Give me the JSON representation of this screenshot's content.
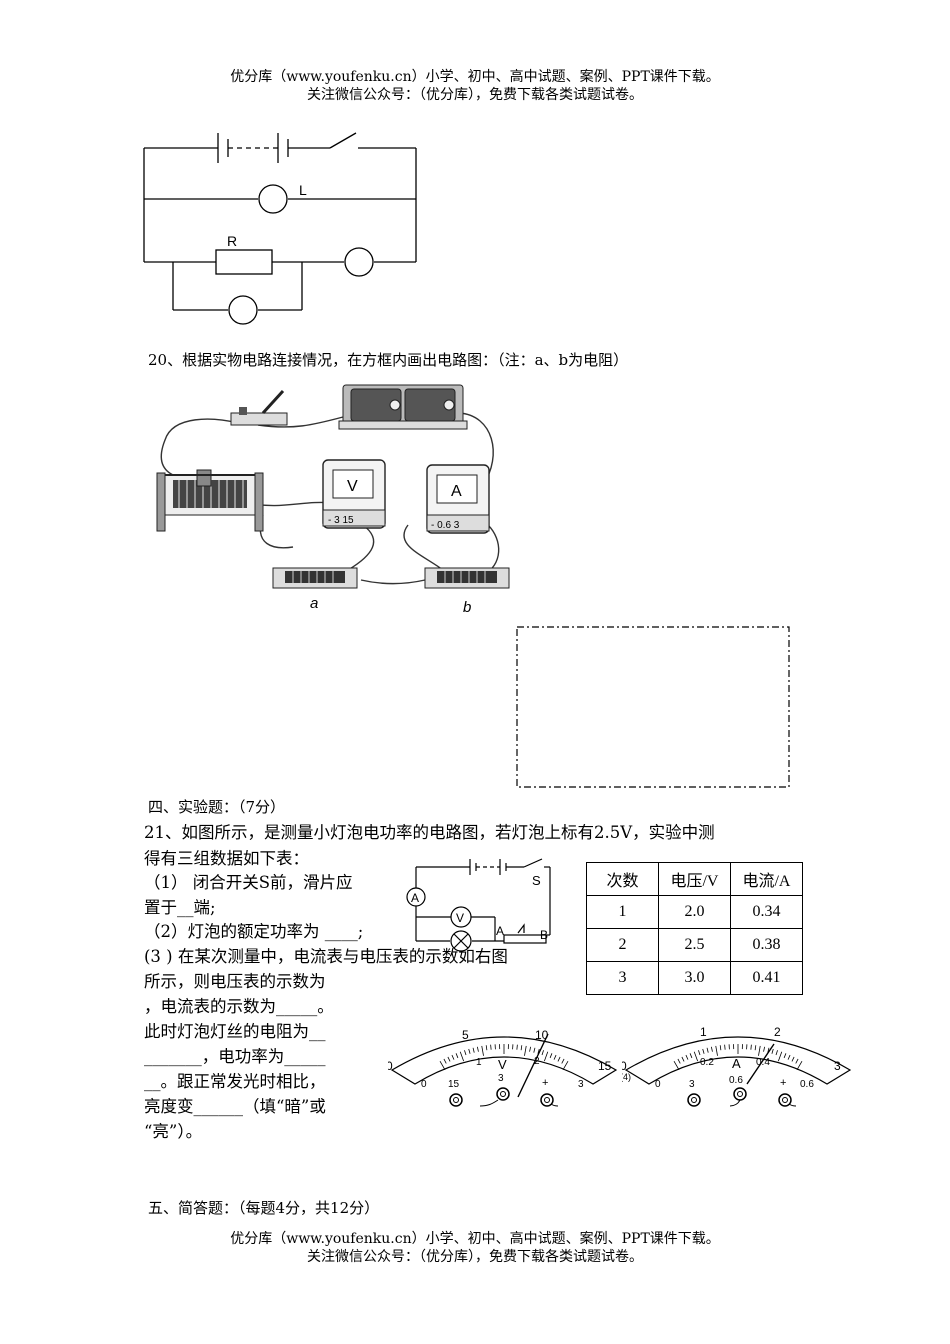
{
  "header": {
    "line1": "优分库（www.youfenku.cn）小学、初中、高中试题、案例、PPT课件下载。",
    "line2": "关注微信公众号：（优分库），免费下载各类试题试卷。"
  },
  "footer": {
    "line1": "优分库（www.youfenku.cn）小学、初中、高中试题、案例、PPT课件下载。",
    "line2": "关注微信公众号：（优分库），免费下载各类试题试卷。"
  },
  "circuit1": {
    "label_L": "L",
    "label_R": "R"
  },
  "q20": {
    "text": "20、根据实物电路连接情况，在方框内画出电路图：（注：a、b为电阻）",
    "meter_v": "V",
    "meter_a": "A",
    "v_terminals": "-  3  15",
    "a_terminals": "-  0.6  3",
    "label_a": "a",
    "label_b": "b"
  },
  "section4": {
    "title": "四、实验题：（7分）"
  },
  "q21": {
    "line1": "21、如图所示，是测量小灯泡电功率的电路图，若灯泡上标有2.5V，实验中测",
    "line2": "得有三组数据如下表：",
    "l1": "（1）  闭合开关S前，滑片应",
    "l2": "置于__端;",
    "l3": "（2）灯泡的额定功率为 ____;",
    "l4": "(3 ) 在某次测量中，电流表与电压表的示数如右图",
    "l5": "所示，则电压表的示数为",
    "l6": "，电流表的示数为_____。",
    "l7": "此时灯泡灯丝的电阻为__",
    "l8": "_______，电功率为_____",
    "l9": "__。跟正常发光时相比，",
    "l10": "亮度变______（填“暗”或",
    "l11": "“亮”）。",
    "circuit_labels": {
      "A": "A",
      "V": "V",
      "S": "S",
      "pA": "A",
      "pB": "B"
    },
    "table": {
      "headers": [
        "次数",
        "电压/V",
        "电流/A"
      ],
      "rows": [
        [
          "1",
          "2.0",
          "0.34"
        ],
        [
          "2",
          "2.5",
          "0.38"
        ],
        [
          "3",
          "3.0",
          "0.41"
        ]
      ]
    },
    "voltmeter": {
      "outer_ticks": [
        "0",
        "5",
        "10",
        "15"
      ],
      "inner_ticks": [
        "0",
        "1",
        "2",
        "3"
      ],
      "unit": "V",
      "terminals": [
        "15",
        "3",
        "+"
      ]
    },
    "ammeter": {
      "outer_ticks": [
        "0",
        "1",
        "2",
        "3"
      ],
      "inner_ticks": [
        "0",
        "0.2",
        "0.4",
        "0.6"
      ],
      "unit": "A",
      "terminals": [
        "0.6",
        "3",
        "+"
      ],
      "caption": "(4)"
    }
  },
  "section5": {
    "title": "五、简答题：（每题4分，共12分）"
  }
}
